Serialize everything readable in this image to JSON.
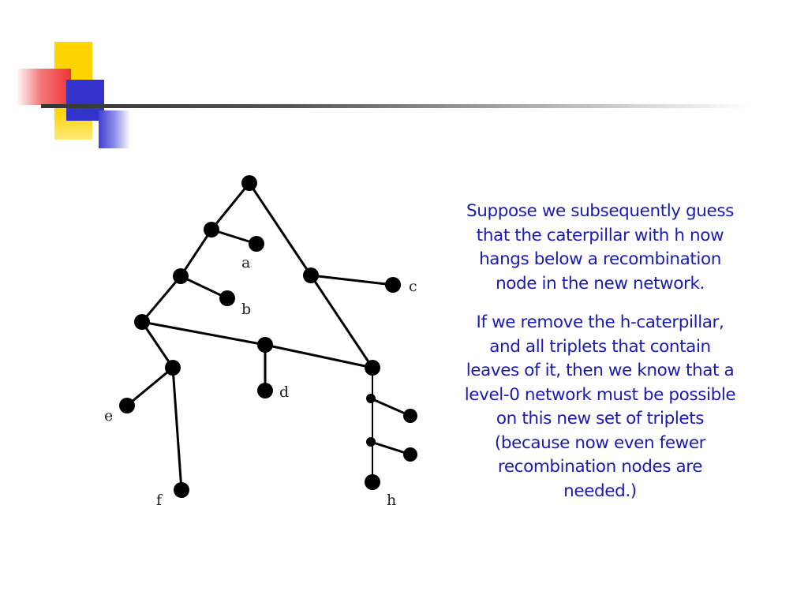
{
  "diagram": {
    "leaf_labels": {
      "a": "a",
      "b": "b",
      "c": "c",
      "d": "d",
      "e": "e",
      "f": "f",
      "h": "h"
    }
  },
  "body": {
    "paragraph_1": "Suppose we subsequently guess that the caterpillar with h now hangs below a recombination node in the new network.",
    "paragraph_2": "If we remove the h-caterpillar, and all triplets that contain leaves of it, then we know that a level-0 network must be possible on this new set of triplets (because now even fewer recombination nodes are needed.)"
  },
  "colors": {
    "text": "#1a1ab4",
    "accent_yellow": "#ffd400",
    "accent_red": "#ee3333",
    "accent_blue": "#3333cc"
  }
}
